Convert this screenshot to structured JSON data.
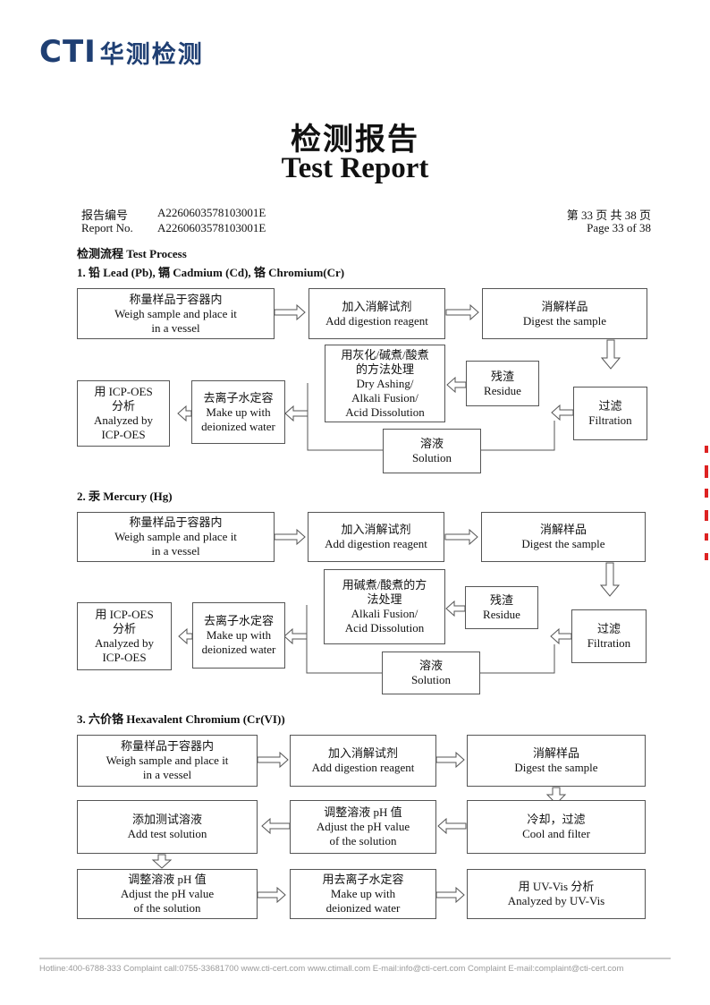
{
  "logo": {
    "brand": "CTI",
    "cn": "华测检测"
  },
  "title": {
    "cn": "检测报告",
    "en": "Test Report"
  },
  "meta": {
    "report_no_label_cn": "报告编号",
    "report_no_label_en": "Report No.",
    "report_no_value_1": "A2260603578103001E",
    "report_no_value_2": "A2260603578103001E",
    "page_cn": "第 33 页  共 38 页",
    "page_en": "Page 33 of 38"
  },
  "process_heading": "检测流程 Test Process",
  "sections": [
    {
      "heading": "1.  铅 Lead (Pb),  镉 Cadmium (Cd),  铬 Chromium(Cr)",
      "boxes": {
        "weigh": [
          "称量样品于容器内",
          "Weigh sample and place it",
          "in a vessel"
        ],
        "add_reagent": [
          "加入消解试剂",
          "Add digestion reagent"
        ],
        "digest": [
          "消解样品",
          "Digest the sample"
        ],
        "dry": [
          "用灰化/碱煮/酸煮",
          "的方法处理",
          "Dry Ashing/",
          "Alkali Fusion/",
          "Acid Dissolution"
        ],
        "residue": [
          "残渣",
          "Residue"
        ],
        "filtration": [
          "过滤",
          "Filtration"
        ],
        "analyze": [
          "用 ICP-OES",
          "分析",
          "Analyzed by",
          "ICP-OES"
        ],
        "makeup": [
          "去离子水定容",
          "Make up with",
          "deionized water"
        ],
        "solution": [
          "溶液",
          "Solution"
        ]
      }
    },
    {
      "heading": "2.  汞 Mercury (Hg)",
      "boxes": {
        "weigh": [
          "称量样品于容器内",
          "Weigh sample and place it",
          "in a vessel"
        ],
        "add_reagent": [
          "加入消解试剂",
          "Add digestion reagent"
        ],
        "digest": [
          "消解样品",
          "Digest the sample"
        ],
        "dry": [
          "用碱煮/酸煮的方",
          "法处理",
          "Alkali Fusion/",
          "Acid Dissolution"
        ],
        "residue": [
          "残渣",
          "Residue"
        ],
        "filtration": [
          "过滤",
          "Filtration"
        ],
        "analyze": [
          "用 ICP-OES",
          "分析",
          "Analyzed by",
          "ICP-OES"
        ],
        "makeup": [
          "去离子水定容",
          "Make up with",
          "deionized water"
        ],
        "solution": [
          "溶液",
          "Solution"
        ]
      }
    },
    {
      "heading": "3.  六价铬 Hexavalent Chromium (Cr(VI))",
      "boxes": {
        "weigh": [
          "称量样品于容器内",
          "Weigh sample and place it",
          "in a vessel"
        ],
        "add_reagent": [
          "加入消解试剂",
          "Add digestion reagent"
        ],
        "digest": [
          "消解样品",
          "Digest the sample"
        ],
        "add_test": [
          "添加测试溶液",
          "Add test solution"
        ],
        "adjust_ph": [
          "调整溶液 pH 值",
          "Adjust the pH value",
          "of the solution"
        ],
        "cool": [
          "冷却，过滤",
          "Cool and filter"
        ],
        "adjust_ph_2": [
          "调整溶液 pH 值",
          "Adjust the pH value",
          "of the solution"
        ],
        "makeup": [
          "用去离子水定容",
          "Make up with",
          "deionized water"
        ],
        "uvvis": [
          "用 UV-Vis 分析",
          "Analyzed by UV-Vis"
        ]
      }
    }
  ],
  "footer": "Hotline:400-6788-333   Complaint call:0755-33681700   www.cti-cert.com   www.ctimall.com   E-mail:info@cti-cert.com   Complaint E-mail:complaint@cti-cert.com"
}
